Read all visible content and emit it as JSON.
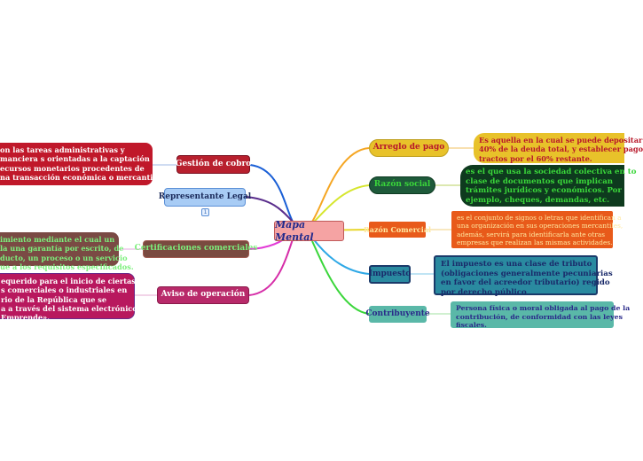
{
  "center": {
    "label": "Mapa Mental"
  },
  "left_topics": {
    "gestion": "Gestión de cobro",
    "representante": "Representante Legal",
    "certificaciones": "Certificaciones comerciales",
    "aviso": "Aviso de operación"
  },
  "left_notes": {
    "gestion": "on las tareas administrativas y\nmanciera s orientadas a la captación de\necursos monetarios procedentes de\nna transacción económica o mercantil.",
    "certificaciones": "imiento mediante el cual un\nla una garantía por escrito, de\nducto, un proceso o un servicio\nue a los requisitos especificados.",
    "aviso": "equerido para el inicio de ciertas\ns comerciales o industriales en\nrio de la República que se\na a través del sistema electrónico\nEmprende»."
  },
  "right_topics": {
    "arreglo": "Arreglo de pago",
    "razon_social": "Razón social",
    "razon_comercial": "Razón Comercial",
    "impuesto": "Impuesto",
    "contribuyente": "Contribuyente"
  },
  "right_notes": {
    "arreglo": "Es aquella en la cual se puede depositar\n40% de la deuda total, y establecer pago\ntractos por el 60% restante.",
    "razon_social": "es el que usa la sociedad colectiva en to\nclase de documentos que implican\ntrámites jurídicos y económicos. Por\nejemplo, cheques, demandas, etc.",
    "razon_comercial": "es el conjunto de signos o letras que identifican a\nuna organización en sus operaciones mercantiles,\nademás, servirá para identificarla ante otras\nempresas que realizan las mismas actividades.",
    "impuesto": "El impuesto es una clase de tributo\n(obligaciones generalmente pecuniarias\nen favor del acreedor tributario) regido\npor derecho público",
    "contribuyente": "Persona física o moral obligada al pago de la\ncontribución, de conformidad con las leyes\nfiscales."
  },
  "badge": "1",
  "colors": {
    "gestion": "#1a5fd6",
    "representante": "#5a2e8c",
    "certificaciones": "#e23ad6",
    "aviso": "#d62ea8",
    "arreglo": "#f5a623",
    "razon_social": "#d6e62e",
    "razon_comercial": "#e8d62e",
    "impuesto": "#2ea8e6",
    "contribuyente": "#3ad63a"
  }
}
